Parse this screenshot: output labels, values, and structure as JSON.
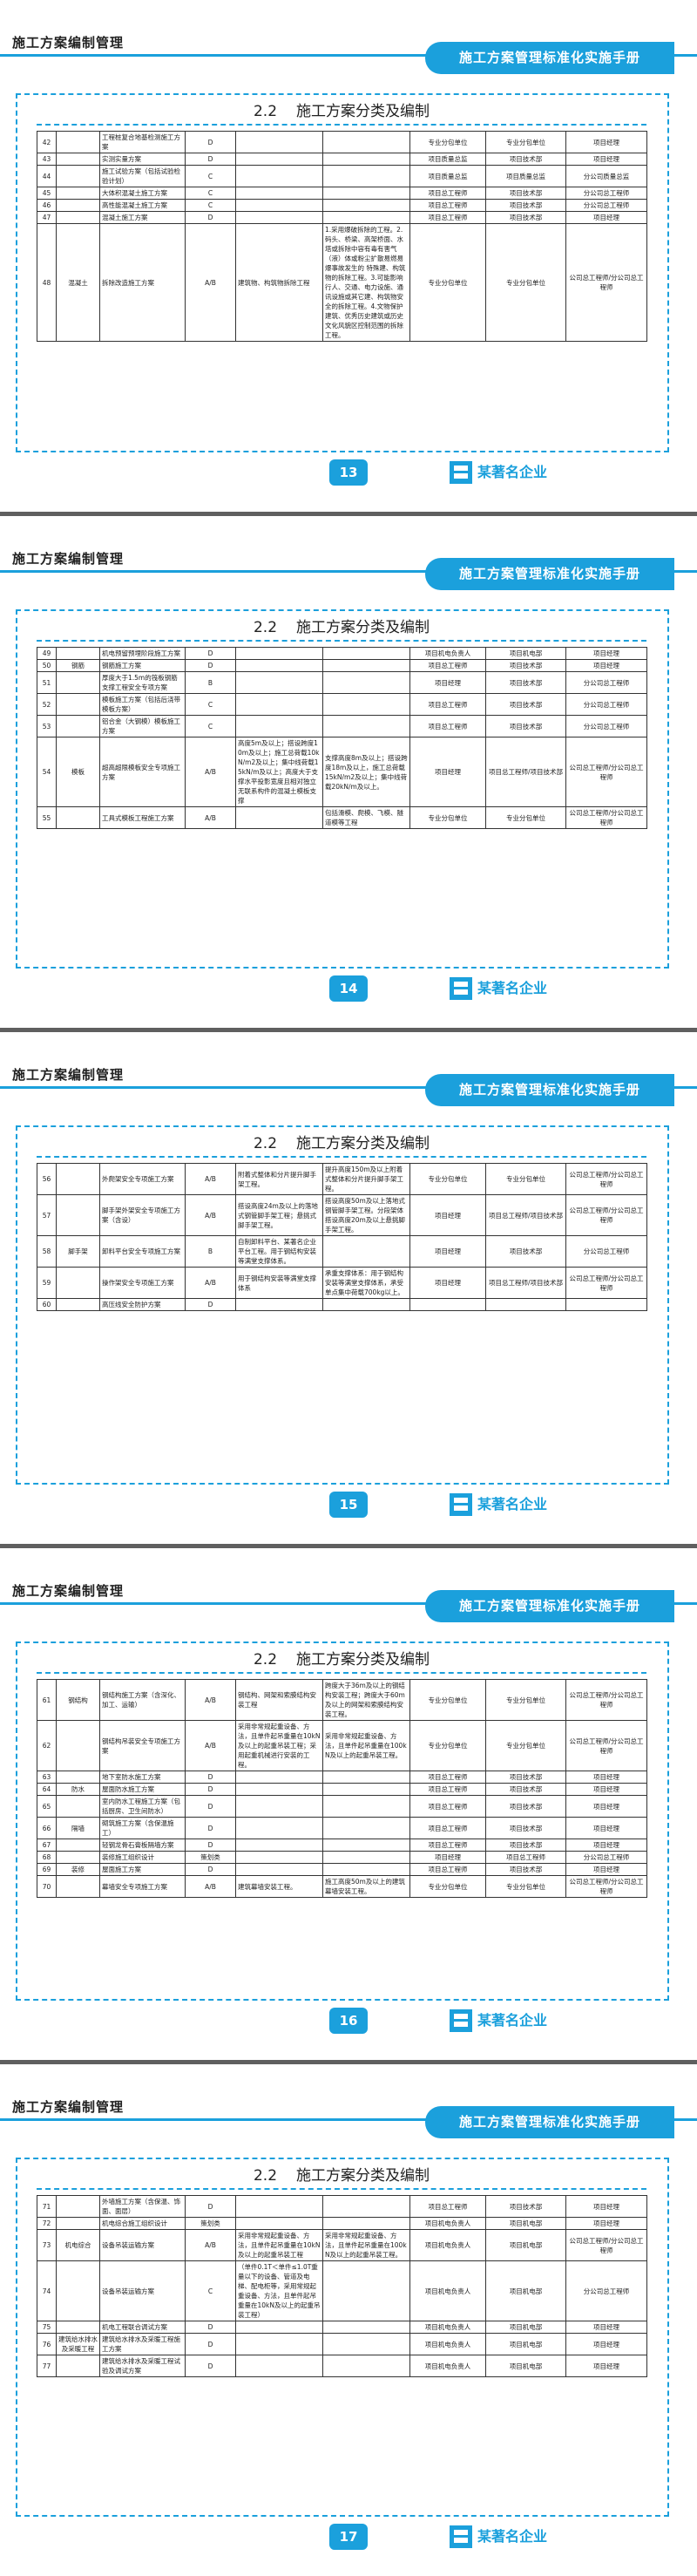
{
  "common": {
    "doc_title": "施工方案编制管理",
    "manual_title": "施工方案管理标准化实施手册",
    "section_number": "2.2",
    "section_title": "施工方案分类及编制",
    "company_name": "某著名企业"
  },
  "pages": [
    {
      "page_number": "13",
      "rows": [
        [
          "42",
          "",
          "工程桩复合地基检测施工方案",
          "D",
          "",
          "",
          "专业分包单位",
          "专业分包单位",
          "项目经理"
        ],
        [
          "43",
          "",
          "实测实量方案",
          "D",
          "",
          "",
          "项目质量总监",
          "项目技术部",
          "项目经理"
        ],
        [
          "44",
          "",
          "施工试验方案（包括试验检验计划）",
          "C",
          "",
          "",
          "项目质量总监",
          "项目质量总监",
          "分公司质量总监"
        ],
        [
          "45",
          "",
          "大体积混凝土施工方案",
          "C",
          "",
          "",
          "项目总工程师",
          "项目技术部",
          "分公司总工程师"
        ],
        [
          "46",
          "",
          "高性能混凝土施工方案",
          "C",
          "",
          "",
          "项目总工程师",
          "项目技术部",
          "分公司总工程师"
        ],
        [
          "47",
          "",
          "混凝土施工方案",
          "D",
          "",
          "",
          "项目总工程师",
          "项目技术部",
          "项目经理"
        ],
        [
          "48",
          "混凝土",
          "拆除改造施工方案",
          "A/B",
          "建筑物、构筑物拆除工程",
          "1.采用爆破拆除的工程。2.码头、桥梁、高架桥面、水塔或拆除中容有毒有害气（液）体或粉尘扩散易燃易爆事故发生的 特殊建、构筑物的拆除工程。3.可能影响行人、交通、电力设施、通讯设施或其它建、构筑物安全的拆除工程。4.文物保护建筑、优秀历史建筑或历史文化风貌区控制范围的拆除工程。",
          "专业分包单位",
          "专业分包单位",
          "公司总工程师/分公司总工程师"
        ]
      ]
    },
    {
      "page_number": "14",
      "rows": [
        [
          "49",
          "",
          "机电预留预埋阶段施工方案",
          "D",
          "",
          "",
          "项目机电负责人",
          "项目机电部",
          "项目经理"
        ],
        [
          "50",
          "钢筋",
          "钢筋施工方案",
          "D",
          "",
          "",
          "项目总工程师",
          "项目技术部",
          "项目经理"
        ],
        [
          "51",
          "",
          "厚度大于1.5m的筏板钢筋支撑工程安全专项方案",
          "B",
          "",
          "",
          "项目经理",
          "项目技术部",
          "分公司总工程师"
        ],
        [
          "52",
          "",
          "模板施工方案（包括后浇带模板方案）",
          "C",
          "",
          "",
          "项目总工程师",
          "项目技术部",
          "分公司总工程师"
        ],
        [
          "53",
          "",
          "铝合金（大钢模）模板施工方案",
          "C",
          "",
          "",
          "项目总工程师",
          "项目技术部",
          "分公司总工程师"
        ],
        [
          "54",
          "模板",
          "超高超限模板安全专项施工方案",
          "A/B",
          "高度5m及以上；搭设跨度10m及以上；施工总荷载10kN/m2及以上；集中线荷载15kN/m及以上；高度大于支撑水平投影宽度且相对独立无联系构件的混凝土模板支撑",
          "支撑高度8m及以上；搭设跨度18m及以上，施工总荷载15kN/m2及以上；集中线荷载20kN/m及以上。",
          "项目经理",
          "项目总工程师/项目技术部",
          "公司总工程师/分公司总工程师"
        ],
        [
          "55",
          "",
          "工具式模板工程施工方案",
          "A/B",
          "",
          "包括滑模、爬模、飞模、隧道模等工程",
          "专业分包单位",
          "专业分包单位",
          "公司总工程师/分公司总工程师"
        ]
      ]
    },
    {
      "page_number": "15",
      "rows": [
        [
          "56",
          "",
          "外爬架安全专项施工方案",
          "A/B",
          "附着式整体和分片提升脚手架工程。",
          "提升高度150m及以上附着式整体和分片提升脚手架工程。",
          "专业分包单位",
          "专业分包单位",
          "公司总工程师/分公司总工程师"
        ],
        [
          "57",
          "",
          "脚手架外架安全专项施工方案（含设）",
          "A/B",
          "搭设高度24m及以上的落地式钢管脚手架工程；悬挑式脚手架工程。",
          "搭设高度50m及以上落地式钢管脚手架工程。分段架体搭设高度20m及以上悬挑脚手架工程。",
          "项目经理",
          "项目总工程师/项目技术部",
          "公司总工程师/分公司总工程师"
        ],
        [
          "58",
          "脚手架",
          "卸料平台安全专项施工方案",
          "B",
          "自制卸料平台、某著名企业平台工程。用于钢结构安装等满堂支撑体系。",
          "",
          "项目经理",
          "项目技术部",
          "分公司总工程师"
        ],
        [
          "59",
          "",
          "操作架安全专项施工方案",
          "A/B",
          "用于钢结构安装等满堂支撑体系",
          "承重支撑体系：用于钢结构安装等满堂支撑体系，承受单点集中荷载700kg以上。",
          "项目经理",
          "项目总工程师/项目技术部",
          "公司总工程师/分公司总工程师"
        ],
        [
          "60",
          "",
          "高压线安全防护方案",
          "D",
          "",
          "",
          "",
          "",
          ""
        ]
      ]
    },
    {
      "page_number": "16",
      "rows": [
        [
          "61",
          "钢结构",
          "钢结构施工方案（含深化、加工、运输）",
          "A/B",
          "钢结构、网架和索膜结构安装工程",
          "跨度大于36m及以上的钢结构安装工程；跨度大于60m及以上的网架和索膜结构安装工程。",
          "专业分包单位",
          "专业分包单位",
          "公司总工程师/分公司总工程师"
        ],
        [
          "62",
          "",
          "钢结构吊装安全专项施工方案",
          "A/B",
          "采用非常规起重设备、方法，且单件起吊重量在10kN及以上的起重吊装工程；采用起重机械进行安装的工程。",
          "采用非常规起重设备、方法，且单件起吊重量在100kN及以上的起重吊装工程。",
          "专业分包单位",
          "专业分包单位",
          "公司总工程师/分公司总工程师"
        ],
        [
          "63",
          "",
          "地下室防水施工方案",
          "D",
          "",
          "",
          "项目总工程师",
          "项目技术部",
          "项目经理"
        ],
        [
          "64",
          "防水",
          "屋面防水施工方案",
          "D",
          "",
          "",
          "项目总工程师",
          "项目技术部",
          "项目经理"
        ],
        [
          "65",
          "",
          "室内防水工程施工方案（包括厨房、卫生间防水）",
          "D",
          "",
          "",
          "项目总工程师",
          "项目技术部",
          "项目经理"
        ],
        [
          "66",
          "隔墙",
          "砌筑施工方案（含保温施工）",
          "D",
          "",
          "",
          "项目总工程师",
          "项目技术部",
          "项目经理"
        ],
        [
          "67",
          "",
          "轻钢龙骨石膏板隔墙方案",
          "D",
          "",
          "",
          "项目总工程师",
          "项目技术部",
          "项目经理"
        ],
        [
          "68",
          "",
          "装修施工组织设计",
          "策划类",
          "",
          "",
          "项目经理",
          "项目总工程师",
          "分公司总工程师"
        ],
        [
          "69",
          "装修",
          "屋面施工方案",
          "D",
          "",
          "",
          "项目总工程师",
          "项目技术部",
          "项目经理"
        ],
        [
          "70",
          "",
          "幕墙安全专项施工方案",
          "A/B",
          "建筑幕墙安装工程。",
          "施工高度50m及以上的建筑幕墙安装工程。",
          "专业分包单位",
          "专业分包单位",
          "公司总工程师/分公司总工程师"
        ]
      ]
    },
    {
      "page_number": "17",
      "rows": [
        [
          "71",
          "",
          "外墙施工方案（含保温、饰面、面层）",
          "D",
          "",
          "",
          "项目总工程师",
          "项目技术部",
          "项目经理"
        ],
        [
          "72",
          "",
          "机电综合施工组织设计",
          "策划类",
          "",
          "",
          "项目机电负责人",
          "项目机电部",
          "项目经理"
        ],
        [
          "73",
          "机电综合",
          "设备吊装运输方案",
          "A/B",
          "采用非常规起重设备、方法，且单件起吊重量在10kN及以上的起重吊装工程",
          "采用非常规起重设备、方法，且单件起吊重量在100kN及以上的起重吊装工程。",
          "项目机电负责人",
          "项目机电部",
          "公司总工程师/分公司总工程师"
        ],
        [
          "74",
          "",
          "设备吊装运输方案",
          "C",
          "（单件0.1T＜单件≤1.0T重量以下的设备、管道及电梯、配电柜等，采用常规起重设备、方法，且单件起吊重量在10kN及以上的起重吊装工程）",
          "",
          "项目机电负责人",
          "项目机电部",
          "分公司总工程师"
        ],
        [
          "75",
          "",
          "机电工程联合调试方案",
          "D",
          "",
          "",
          "项目机电负责人",
          "项目机电部",
          "项目经理"
        ],
        [
          "76",
          "建筑给水排水及采暖工程",
          "建筑给水排水及采暖工程施工方案",
          "D",
          "",
          "",
          "项目机电负责人",
          "项目机电部",
          "项目经理"
        ],
        [
          "77",
          "",
          "建筑给水排水及采暖工程试验及调试方案",
          "D",
          "",
          "",
          "项目机电负责人",
          "项目机电部",
          "项目经理"
        ]
      ]
    }
  ]
}
